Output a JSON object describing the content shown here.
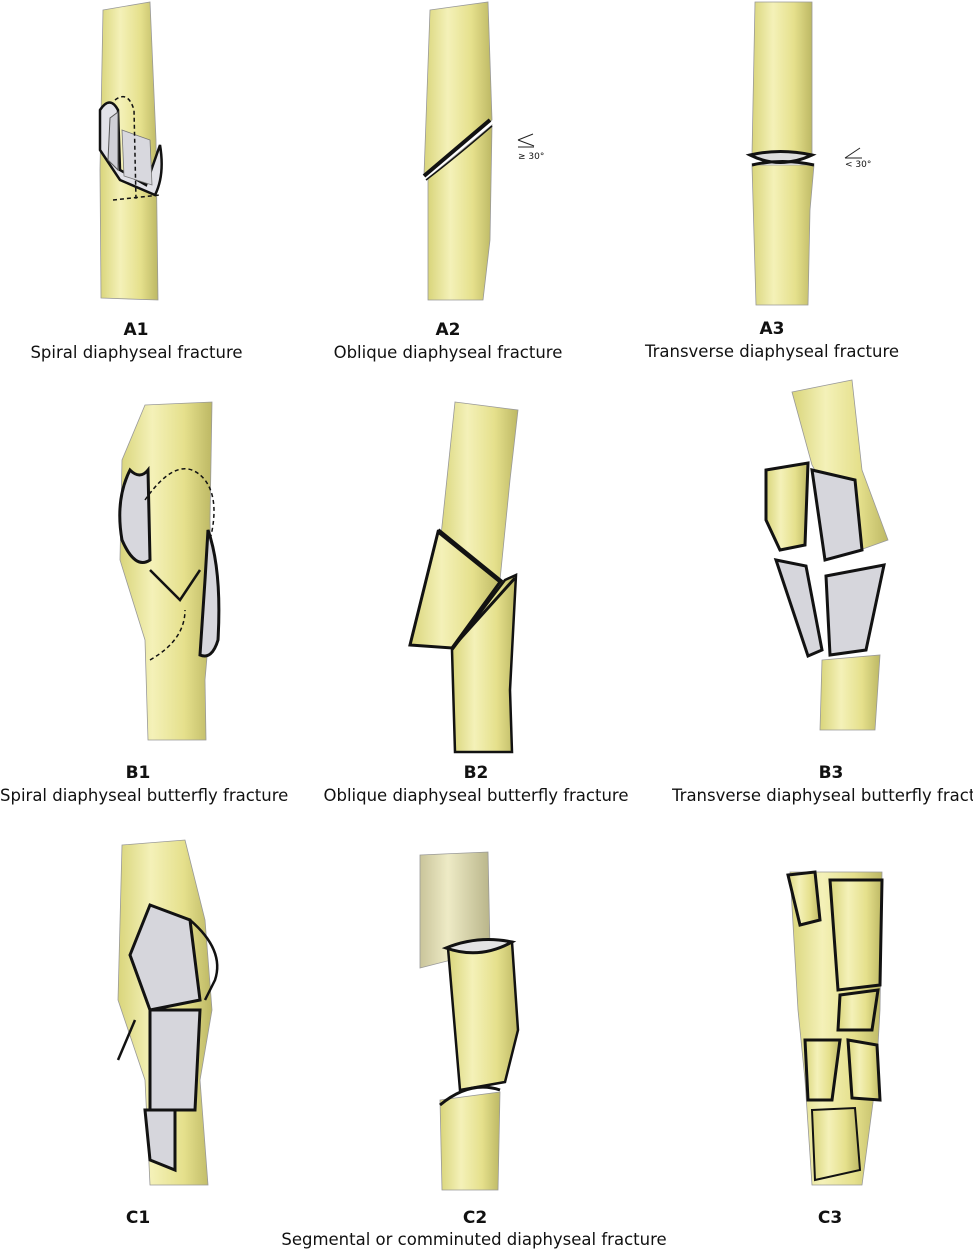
{
  "panels": [
    {
      "code": "A1",
      "label": "Spiral diaphyseal fracture"
    },
    {
      "code": "A2",
      "label": "Oblique diaphyseal fracture",
      "angle_note": "≥ 30°"
    },
    {
      "code": "A3",
      "label": "Transverse diaphyseal fracture",
      "angle_note": "< 30°"
    },
    {
      "code": "B1",
      "label": "Spiral diaphyseal butterfly fracture"
    },
    {
      "code": "B2",
      "label": "Oblique diaphyseal butterfly fracture"
    },
    {
      "code": "B3",
      "label": "Transverse diaphyseal butterfly fractu"
    },
    {
      "code": "C1"
    },
    {
      "code": "C2"
    },
    {
      "code": "C3"
    }
  ],
  "c_row_label": "Segmental or comminuted diaphyseal fracture",
  "colors": {
    "bone_light": "#f3f0b4",
    "bone_mid": "#e6e18c",
    "bone_shade": "#c9c46a",
    "bone_dark": "#a9a765",
    "marrow": "#d6d6dc",
    "outline": "#121212"
  }
}
